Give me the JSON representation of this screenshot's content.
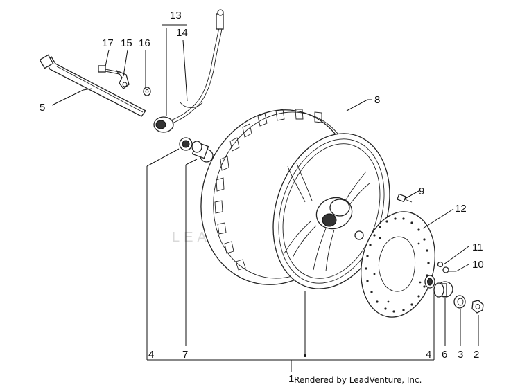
{
  "callouts": {
    "c1": "1",
    "c2": "2",
    "c3": "3",
    "c4a": "4",
    "c4b": "4",
    "c5": "5",
    "c6": "6",
    "c7": "7",
    "c8": "8",
    "c9": "9",
    "c10": "10",
    "c11": "11",
    "c12": "12",
    "c13": "13",
    "c14": "14",
    "c15": "15",
    "c16": "16",
    "c17": "17"
  },
  "credit": "Rendered by LeadVenture, Inc.",
  "watermark": "LEADVENTURE"
}
